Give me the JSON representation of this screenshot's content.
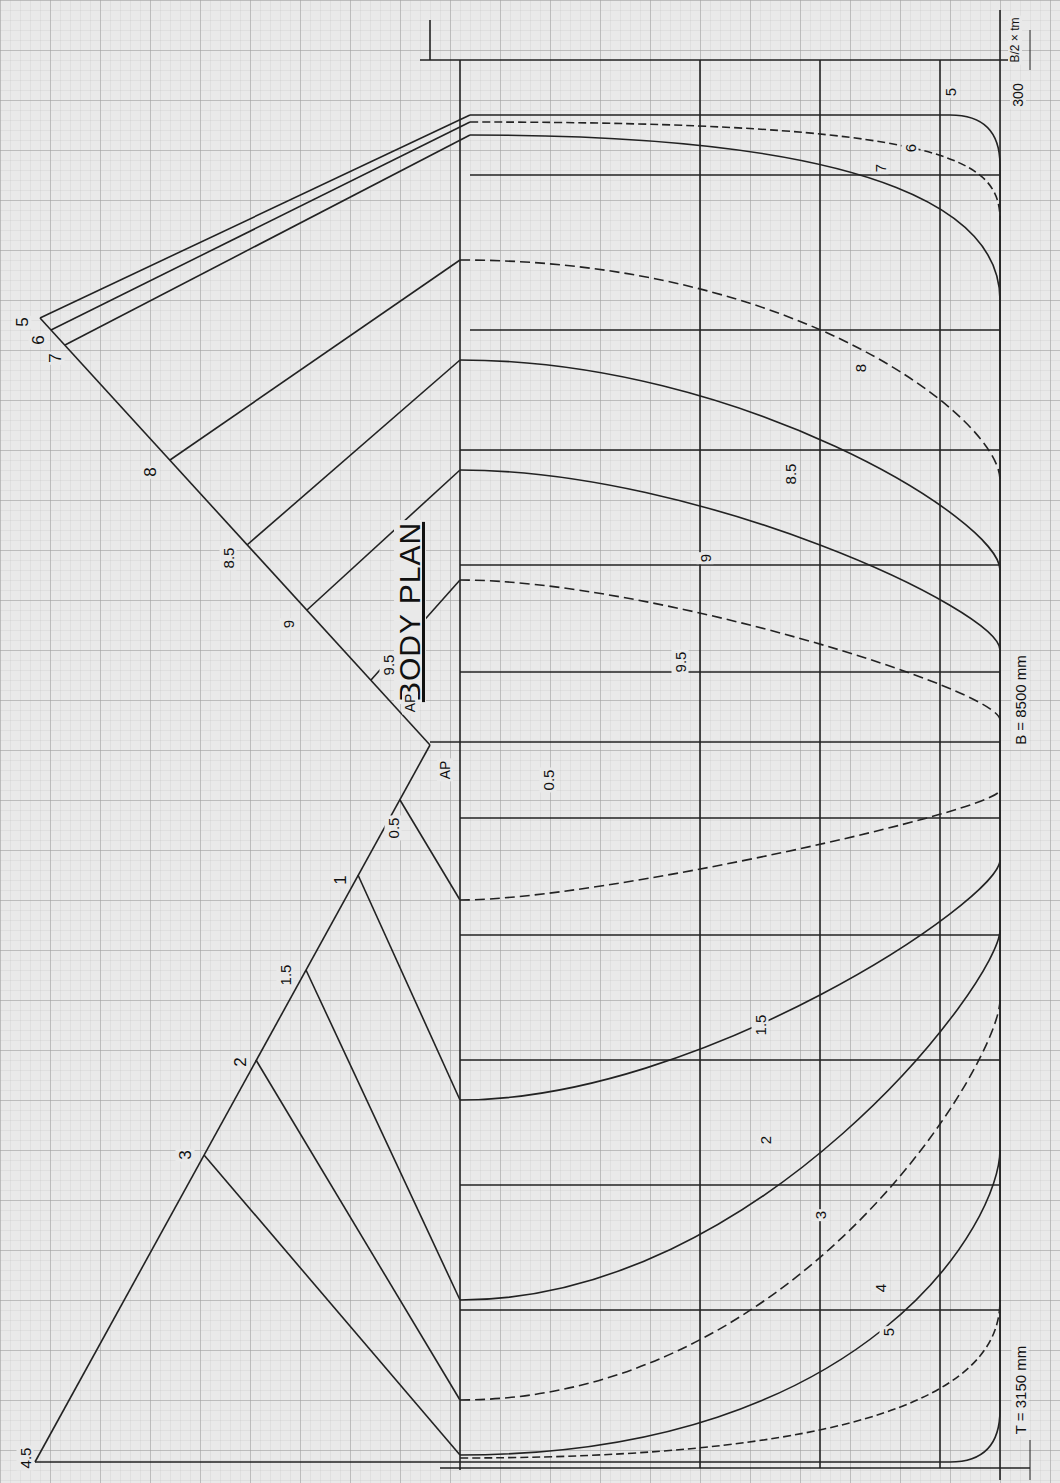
{
  "diagram": {
    "labels": [
      "BODY PLAN",
      "B = 8500 mm",
      "T = 3150 mm",
      "300",
      "B/2 × tm",
      "5",
      "6",
      "7",
      "8",
      "8.5",
      "9",
      "9.5",
      "AP",
      "AP",
      "0.5",
      "1",
      "1.5",
      "2",
      "3",
      "4.5",
      "5",
      "6",
      "7",
      "8",
      "8.5",
      "9",
      "9.5",
      "0.5",
      "1.5",
      "2",
      "3",
      "4",
      "5"
    ]
  }
}
